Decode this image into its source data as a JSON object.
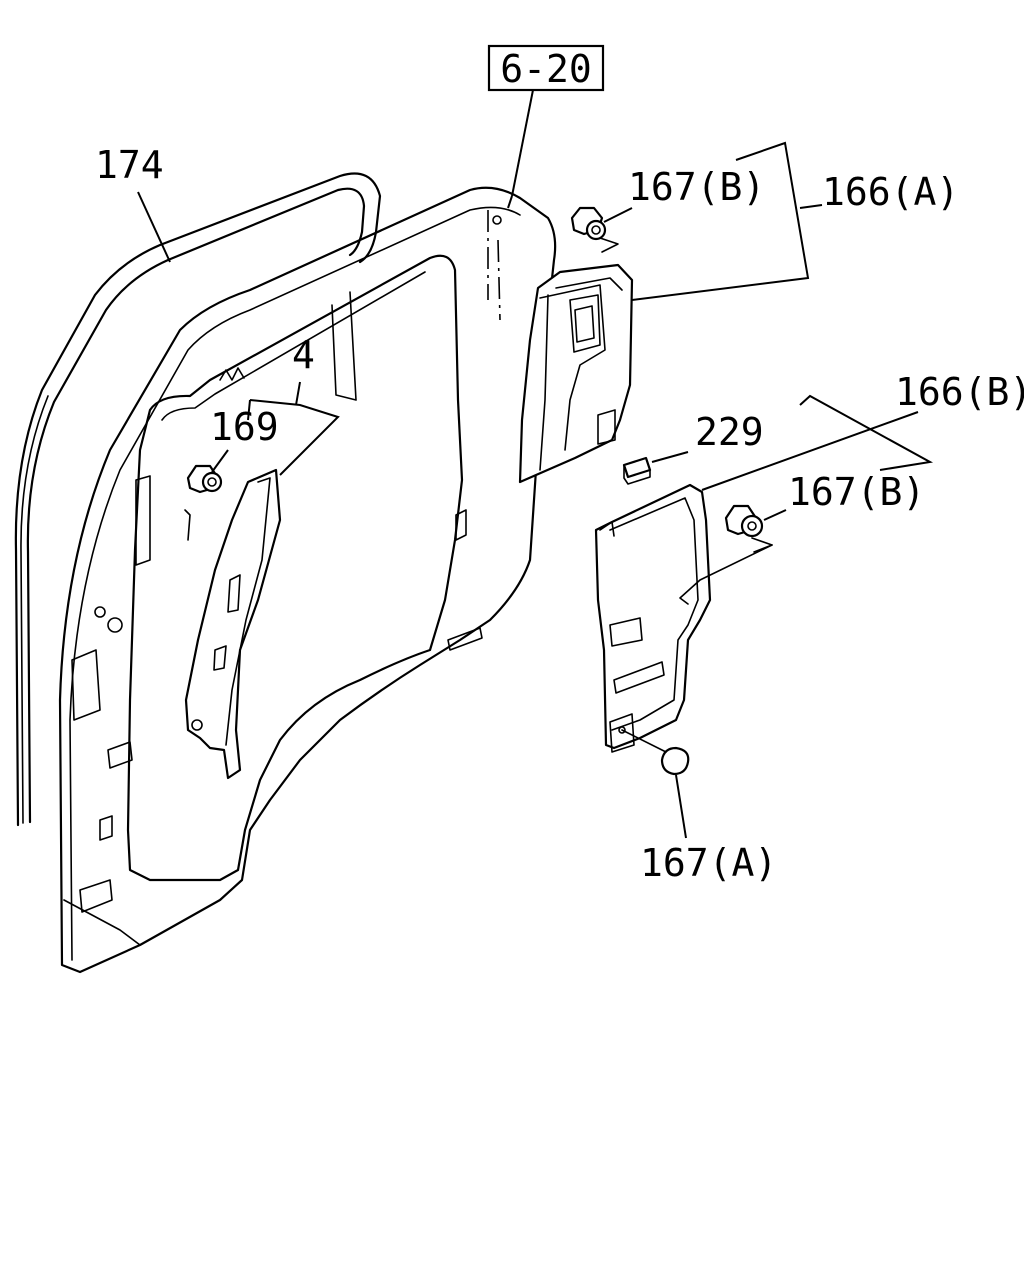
{
  "diagram": {
    "ref_box": "6-20",
    "callouts": {
      "weatherstrip": "174",
      "pillar_trim": "4",
      "clip_pillar": "169",
      "clip_upper": "167(B)",
      "upper_trim": "166(A)",
      "lower_trim": "166(B)",
      "pad": "229",
      "clip_lower": "167(B)",
      "clip_push": "167(A)"
    }
  }
}
